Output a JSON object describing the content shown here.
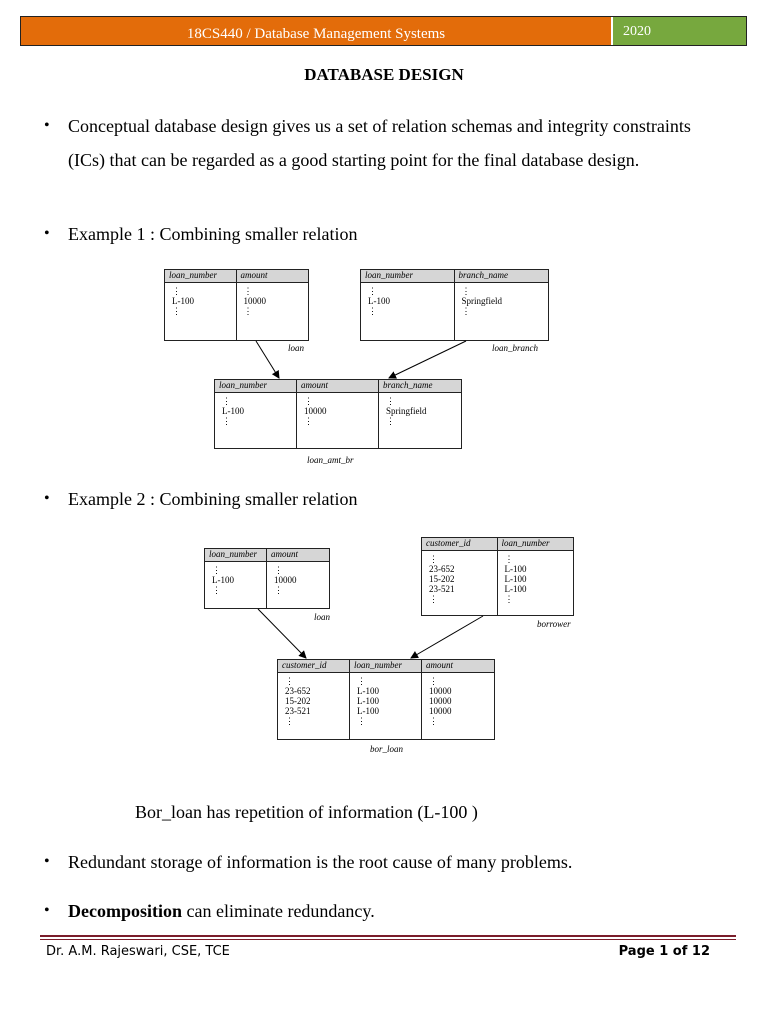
{
  "header": {
    "title": "18CS440 / Database Management Systems",
    "year": "2020",
    "colors": {
      "orange": "#e36c0a",
      "green": "#77a83e"
    }
  },
  "doc_title": "DATABASE DESIGN",
  "bullets": {
    "intro": "Conceptual database design gives us a set of relation schemas and integrity constraints (ICs) that can be regarded as a good starting point for the final database design.",
    "example1": "Example 1 : Combining smaller relation",
    "example2": "Example 2 : Combining smaller relation",
    "redundant": "Redundant storage of information is the root cause of many problems.",
    "decomposition_bold": "Decomposition",
    "decomposition_rest": " can eliminate redundancy."
  },
  "note": "Bor_loan has repetition of information (L-100 )",
  "diagram1": {
    "loan": {
      "name": "loan",
      "headers": [
        "loan_number",
        "amount"
      ],
      "columns": [
        [
          "⋮",
          "L-100",
          "⋮"
        ],
        [
          "⋮",
          "10000",
          "⋮"
        ]
      ]
    },
    "loan_branch": {
      "name": "loan_branch",
      "headers": [
        "loan_number",
        "branch_name"
      ],
      "columns": [
        [
          "⋮",
          "L-100",
          "⋮"
        ],
        [
          "⋮",
          "Springfield",
          "⋮"
        ]
      ]
    },
    "loan_amt_br": {
      "name": "loan_amt_br",
      "headers": [
        "loan_number",
        "amount",
        "branch_name"
      ],
      "columns": [
        [
          "⋮",
          "L-100",
          "⋮"
        ],
        [
          "⋮",
          "10000",
          "⋮"
        ],
        [
          "⋮",
          "Springfield",
          "⋮"
        ]
      ]
    }
  },
  "diagram2": {
    "loan": {
      "name": "loan",
      "headers": [
        "loan_number",
        "amount"
      ],
      "columns": [
        [
          "⋮",
          "L-100",
          "⋮"
        ],
        [
          "⋮",
          "10000",
          "⋮"
        ]
      ]
    },
    "borrower": {
      "name": "borrower",
      "headers": [
        "customer_id",
        "loan_number"
      ],
      "columns": [
        [
          "⋮",
          "23-652",
          "15-202",
          "23-521",
          "⋮"
        ],
        [
          "⋮",
          "L-100",
          "L-100",
          "L-100",
          "⋮"
        ]
      ]
    },
    "bor_loan": {
      "name": "bor_loan",
      "headers": [
        "customer_id",
        "loan_number",
        "amount"
      ],
      "columns": [
        [
          "⋮",
          "23-652",
          "15-202",
          "23-521",
          "⋮"
        ],
        [
          "⋮",
          "L-100",
          "L-100",
          "L-100",
          "⋮"
        ],
        [
          "⋮",
          "10000",
          "10000",
          "10000",
          "⋮"
        ]
      ]
    }
  },
  "footer": {
    "author": "Dr. A.M. Rajeswari, CSE, TCE",
    "page": "Page 1 of 12"
  }
}
